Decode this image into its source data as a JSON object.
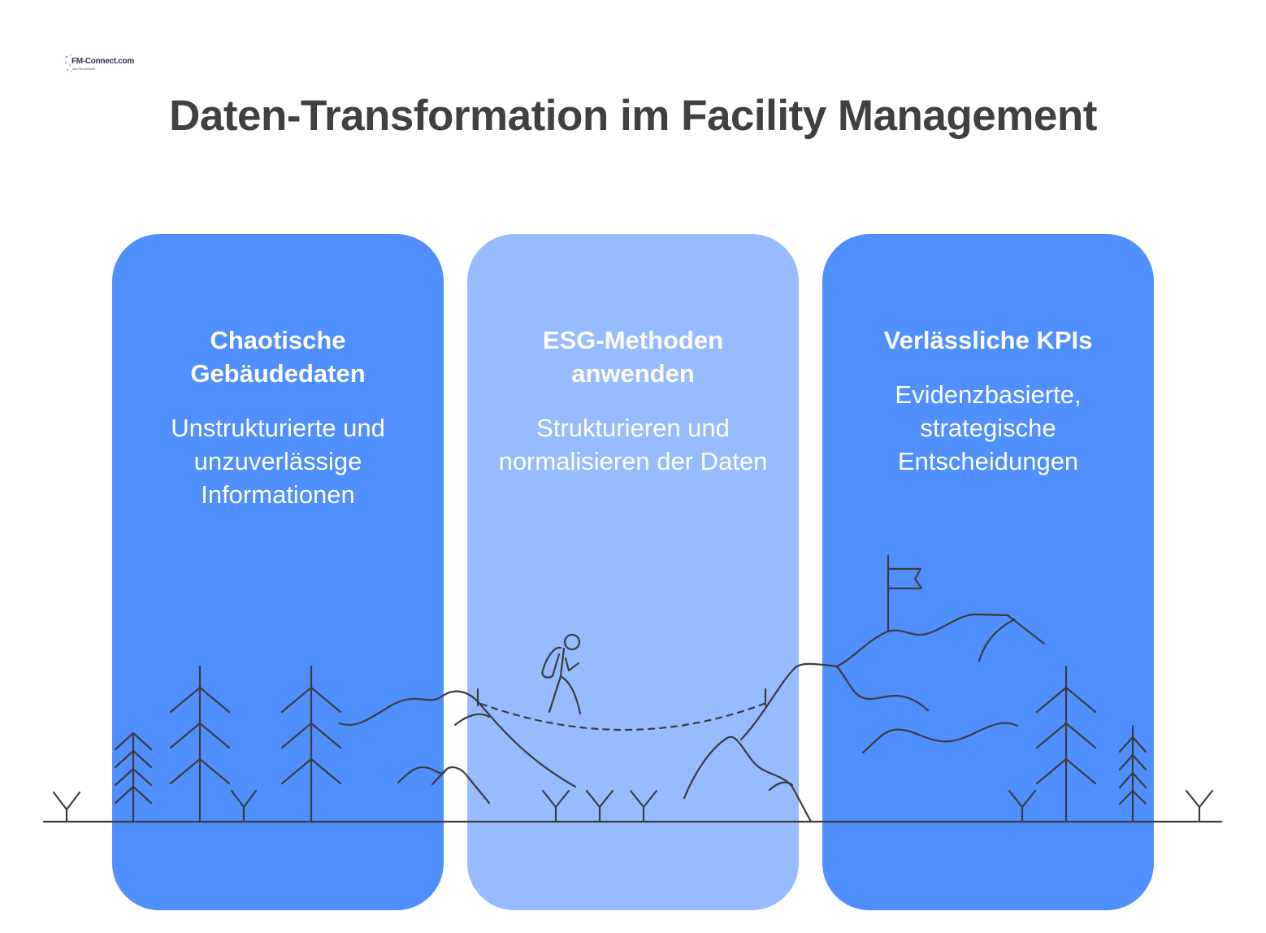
{
  "logo": {
    "name": "FM-Connect.com",
    "tagline": "Das FM-Netzwerk"
  },
  "title": "Daten-Transformation im Facility Management",
  "stages": [
    {
      "title": "Chaotische Gebäudedaten",
      "text": "Unstrukturierte und unzuverlässige Informationen",
      "color": "#4f8ffe"
    },
    {
      "title": "ESG-Methoden anwenden",
      "text": "Strukturieren und normalisieren der Daten",
      "color": "#96bcff"
    },
    {
      "title": "Verlässliche KPIs",
      "text": "Evidenzbasierte, strategische Entscheidungen",
      "color": "#4f8ffe"
    }
  ],
  "illustration": {
    "stroke_color": "#3c3c3c",
    "icons": [
      "pine-tree-icon",
      "mountain-icon",
      "hiker-icon",
      "flag-icon",
      "grass-sprout-icon"
    ]
  }
}
